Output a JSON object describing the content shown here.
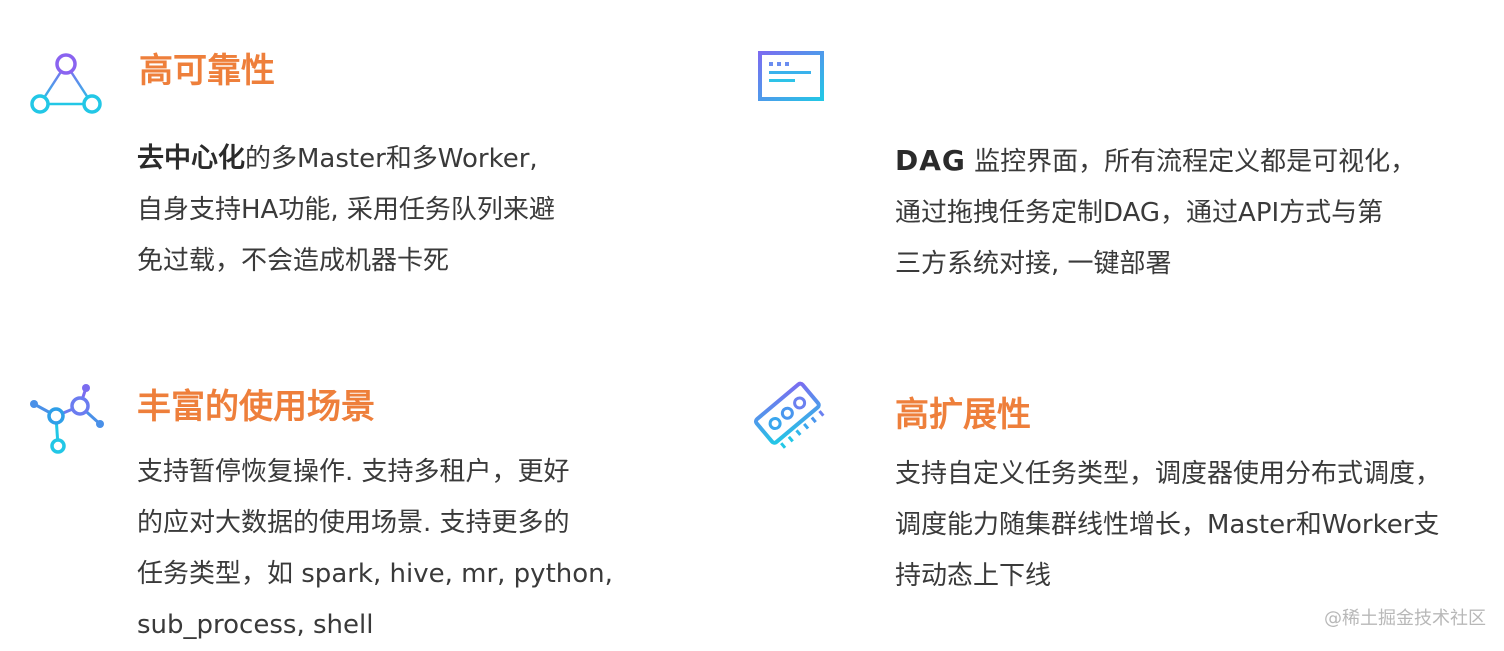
{
  "features": {
    "reliability": {
      "icon": "triangle-network-icon",
      "title": "高可靠性",
      "desc_strong": "去中心化",
      "desc_rest": "的多Master和多Worker,",
      "line2": "自身支持HA功能, 采用任务队列来避",
      "line3": "免过载，不会造成机器卡死"
    },
    "dag": {
      "icon": "window-monitor-icon",
      "desc_strong": "DAG",
      "desc_rest": " 监控界面，所有流程定义都是可视化，",
      "line2": "通过拖拽任务定制DAG，通过API方式与第",
      "line3": "三方系统对接, 一键部署"
    },
    "scenarios": {
      "icon": "molecule-network-icon",
      "title": "丰富的使用场景",
      "line1": "支持暂停恢复操作. 支持多租户，更好",
      "line2": "的应对大数据的使用场景. 支持更多的",
      "line3": "任务类型，如 spark, hive, mr, python,",
      "line4": "sub_process, shell"
    },
    "scalability": {
      "icon": "circuit-board-icon",
      "title": "高扩展性",
      "line1": "支持自定义任务类型，调度器使用分布式调度，",
      "line2": "调度能力随集群线性增长，Master和Worker支",
      "line3": "持动态上下线"
    }
  },
  "watermark": "@稀土掘金技术社区",
  "colors": {
    "title": "#ee7f3b",
    "icon_blue": "#2bb8f0",
    "icon_purple": "#7b6cf0"
  }
}
